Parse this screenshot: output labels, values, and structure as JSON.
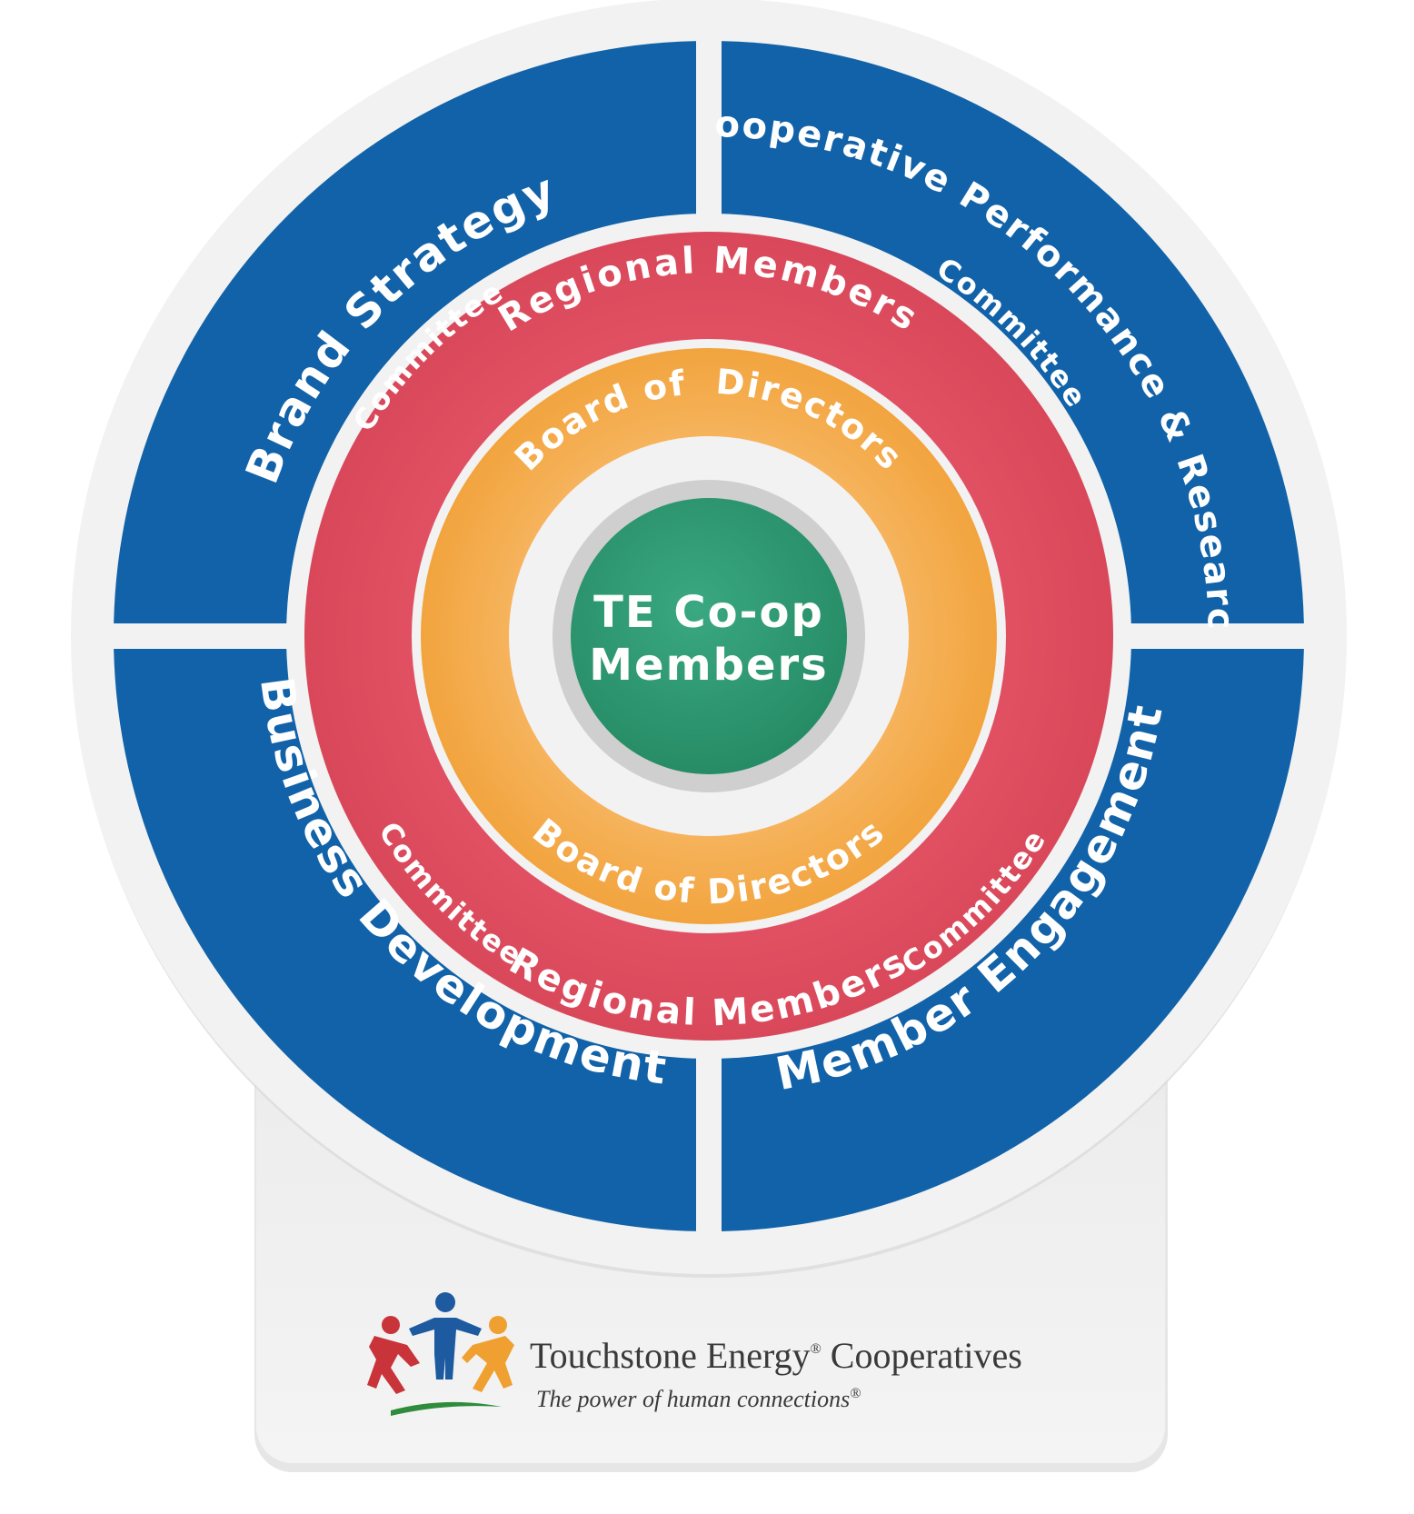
{
  "quadrants": [
    {
      "id": "brand-strategy",
      "title": "Brand Strategy",
      "subtitle": "Committee"
    },
    {
      "id": "cooperative-performance",
      "title": "Cooperative Performance & Research",
      "subtitle": "Committee"
    },
    {
      "id": "business-development",
      "title": "Business Development",
      "subtitle": "Committee"
    },
    {
      "id": "member-engagement",
      "title": "Member Engagement",
      "subtitle": "Committee"
    }
  ],
  "rings": {
    "regional_top": "Regional Members",
    "regional_bottom": "Regional Members",
    "board_top": "Board of  Directors",
    "board_bottom": "Board of Directors"
  },
  "center": {
    "line1": "TE Co-op",
    "line2": "Members"
  },
  "brand": {
    "name": "Touchstone Energy",
    "registered": "®",
    "name_suffix": " Cooperatives",
    "tagline": "The power of human connections",
    "tagline_mark": "®"
  },
  "colors": {
    "committee_blue": "#1162a8",
    "regional_red": "#e0505f",
    "board_orange": "#f4a848",
    "center_green": "#2e9a72",
    "panel_gray": "#eeeeee"
  }
}
